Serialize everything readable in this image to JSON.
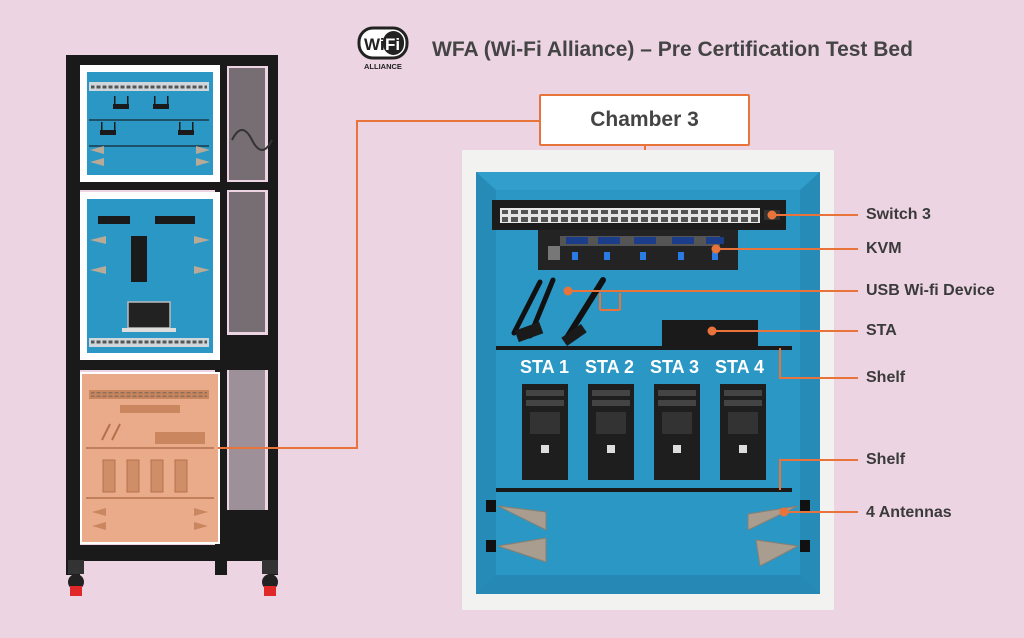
{
  "header": {
    "title": "WFA (Wi-Fi Alliance) – Pre Certification Test Bed",
    "logo_text": "WiFi",
    "logo_subtext": "ALLIANCE"
  },
  "chamber": {
    "label": "Chamber 3"
  },
  "stations": [
    "STA 1",
    "STA 2",
    "STA 3",
    "STA 4"
  ],
  "callouts": [
    {
      "id": "switch",
      "label": "Switch 3"
    },
    {
      "id": "kvm",
      "label": "KVM"
    },
    {
      "id": "usb",
      "label": "USB Wi-fi Device"
    },
    {
      "id": "sta",
      "label": "STA"
    },
    {
      "id": "shelf1",
      "label": "Shelf"
    },
    {
      "id": "shelf2",
      "label": "Shelf"
    },
    {
      "id": "antennas",
      "label": "4 Antennas"
    }
  ],
  "colors": {
    "background": "#ecd4e2",
    "chamber_blue": "#2b97c4",
    "accent_orange": "#e8743b",
    "rack_black": "#1a1a1a",
    "text_dark": "#3a3a3a"
  }
}
